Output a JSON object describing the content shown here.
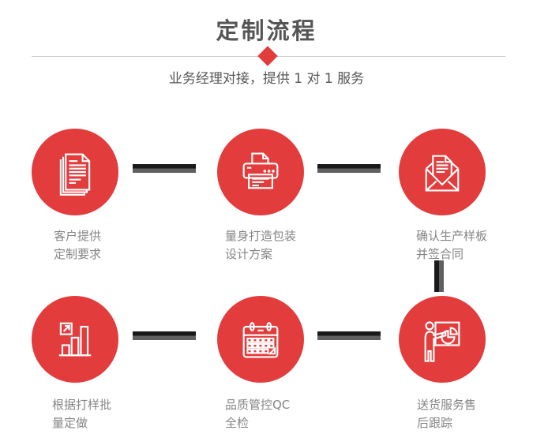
{
  "header": {
    "title": "定制流程",
    "subtitle": "业务经理对接，提供 1 对 1 服务"
  },
  "steps": [
    {
      "icon": "documents-icon",
      "label_line1": "客户提供",
      "label_line2": "定制要求"
    },
    {
      "icon": "printer-icon",
      "label_line1": "量身打造包装",
      "label_line2": "设计方案"
    },
    {
      "icon": "envelope-icon",
      "label_line1": "确认生产样板",
      "label_line2": "并签合同"
    },
    {
      "icon": "bar-chart-icon",
      "label_line1": "根据打样批",
      "label_line2": "量定做"
    },
    {
      "icon": "calendar-icon",
      "label_line1": "品质管控QC",
      "label_line2": "全检"
    },
    {
      "icon": "presentation-icon",
      "label_line1": "送货服务售",
      "label_line2": "后跟踪"
    }
  ],
  "colors": {
    "accent_red": "#e23c3c",
    "title_text": "#555555",
    "label_text": "#858585",
    "connector_dark": "#191919",
    "connector_gray": "#606060",
    "divider": "#cccccc",
    "icon_stroke": "#ffffff"
  }
}
